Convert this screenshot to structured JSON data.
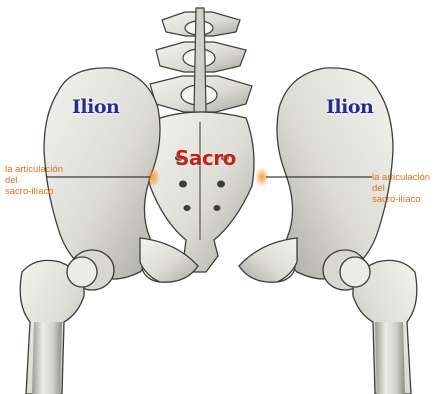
{
  "labels": {
    "ilion_left": "Ilion",
    "ilion_right": "Ilion",
    "sacro": "Sacro",
    "joint_left": [
      "la articulación",
      "del",
      "sacro-ilíaco"
    ],
    "joint_right": [
      "la articulación",
      "del",
      "sacro-ilíaco"
    ]
  },
  "colors": {
    "ilion_text": "#2b2a8f",
    "sacro_text": "#c4221b",
    "joint_text": "#e0701c",
    "joint_highlight": "#f08a2a",
    "leader_line": "#111111",
    "bone_light": "#e9e9e4",
    "bone_mid": "#c9c9c2",
    "bone_dark": "#8d8d86",
    "bone_outline": "#3e3e3a"
  }
}
